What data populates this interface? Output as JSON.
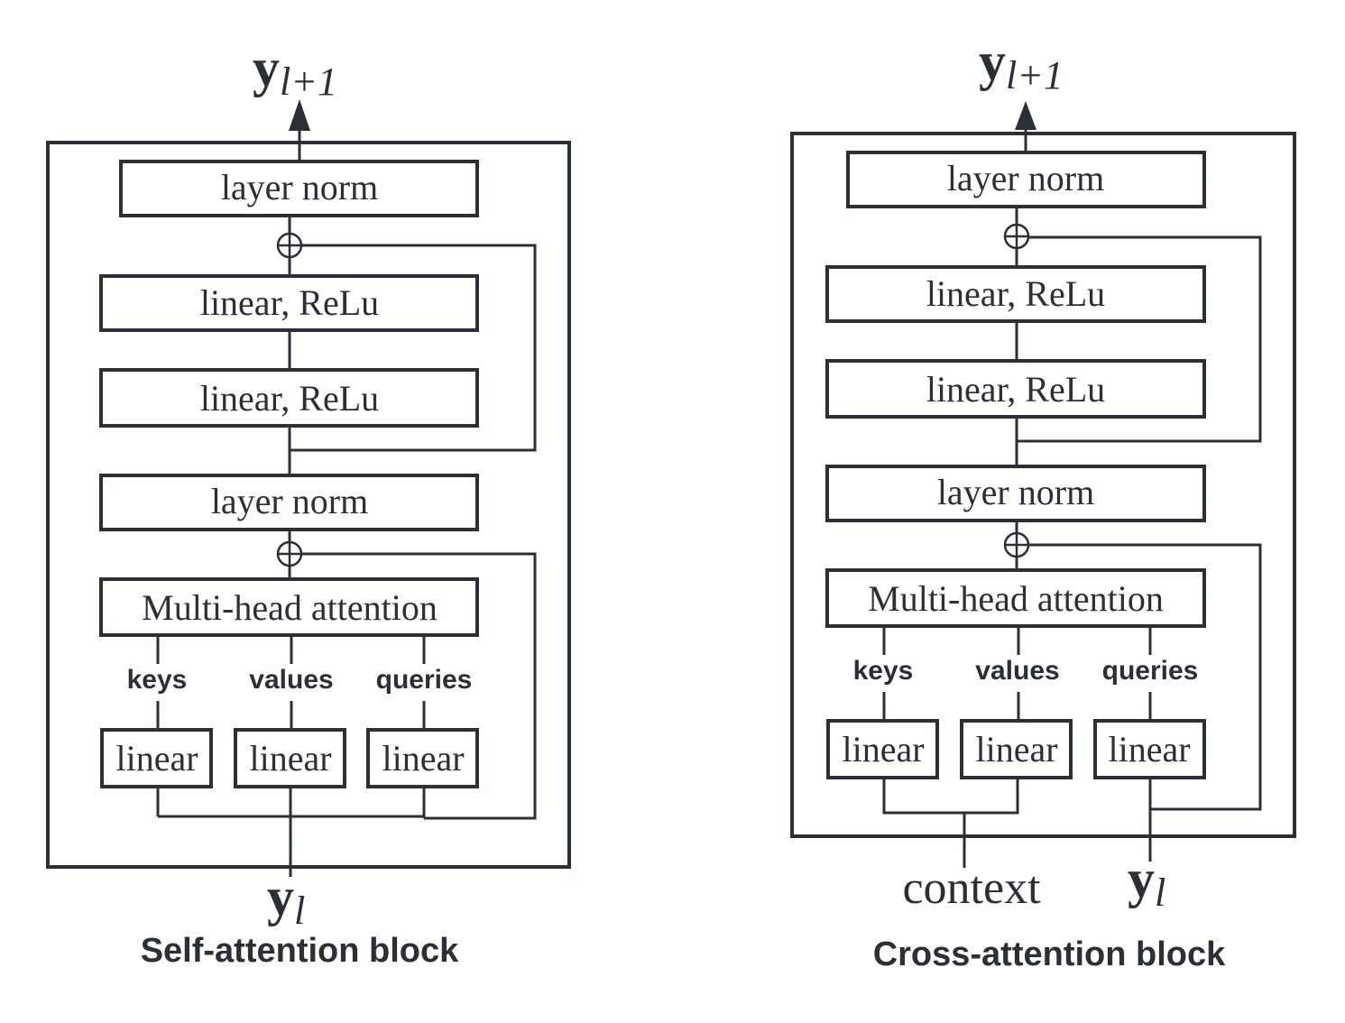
{
  "self_attention": {
    "caption": "Self-attention block",
    "output_label": {
      "main": "y",
      "sub": "l+1"
    },
    "input_label": {
      "main": "y",
      "sub": "l"
    },
    "layer_norm_top": "layer norm",
    "linear_relu_1": "linear, ReLu",
    "linear_relu_2": "linear, ReLu",
    "layer_norm_mid": "layer norm",
    "mha": "Multi-head attention",
    "keys": "keys",
    "values": "values",
    "queries": "queries",
    "linear_k": "linear",
    "linear_v": "linear",
    "linear_q": "linear"
  },
  "cross_attention": {
    "caption": "Cross-attention block",
    "output_label": {
      "main": "y",
      "sub": "l+1"
    },
    "input_label": {
      "main": "y",
      "sub": "l"
    },
    "context_label": "context",
    "layer_norm_top": "layer norm",
    "linear_relu_1": "linear, ReLu",
    "linear_relu_2": "linear, ReLu",
    "layer_norm_mid": "layer norm",
    "mha": "Multi-head attention",
    "keys": "keys",
    "values": "values",
    "queries": "queries",
    "linear_k": "linear",
    "linear_v": "linear",
    "linear_q": "linear"
  },
  "colors": {
    "ink": "#2b2f36",
    "background": "#ffffff"
  }
}
